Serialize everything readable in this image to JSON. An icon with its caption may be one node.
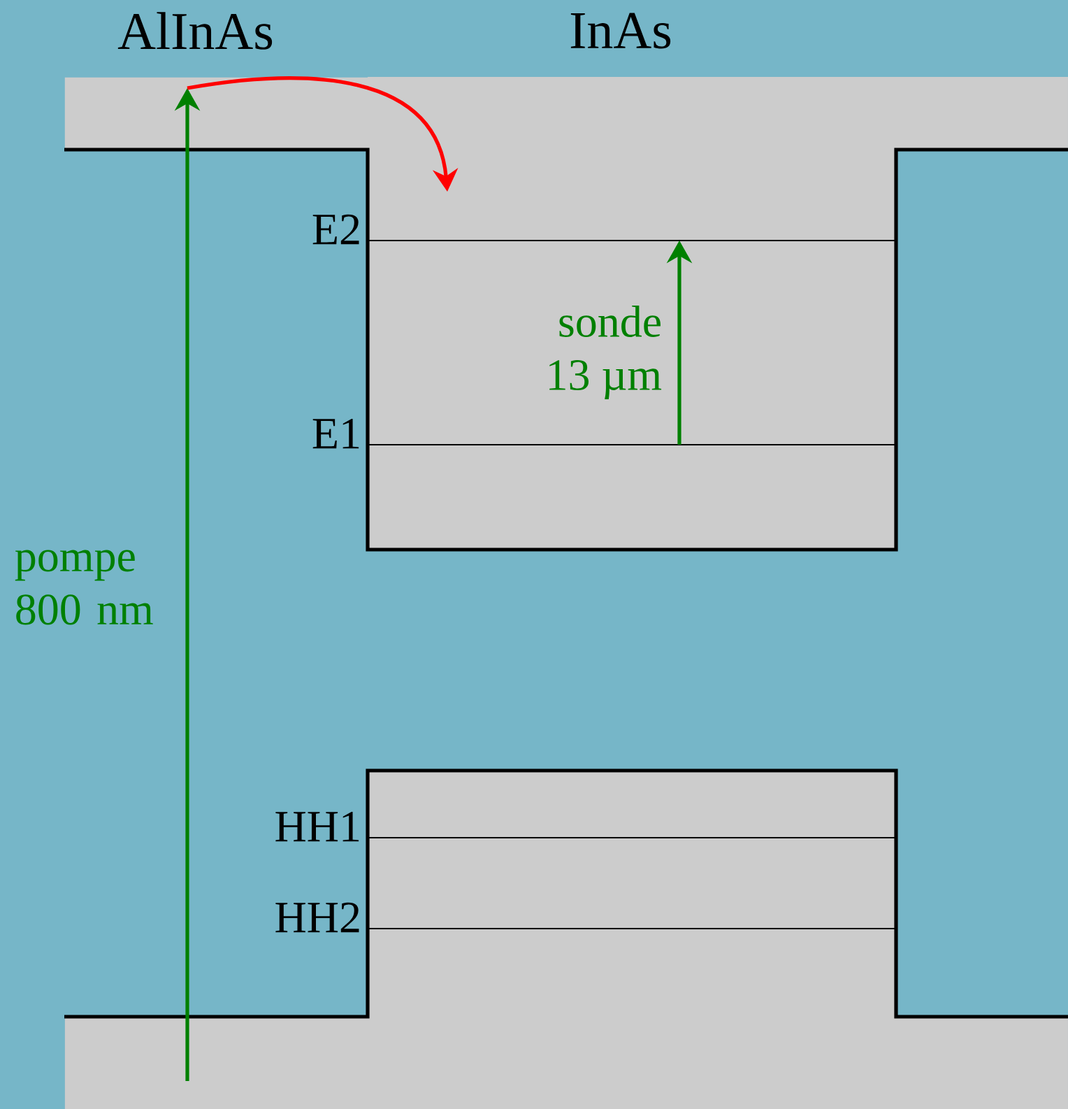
{
  "diagram": {
    "nodes": [
      {
        "text": [],
        "shape": "box"
      },
      {
        "text": [],
        "shape": "box"
      },
      {
        "text": [
          "E2"
        ],
        "in": 1
      },
      {
        "text": [
          "E1"
        ],
        "in": 1
      },
      {
        "text": [],
        "shape": "box"
      },
      {
        "text": [
          "HH1"
        ],
        "in": 4
      },
      {
        "text": [
          "HH2"
        ],
        "in": 4
      },
      {
        "text": [],
        "shape": "box"
      }
    ],
    "edges": [
      {
        "from": 7,
        "to": 0,
        "arrow": "to",
        "label": "pompe 800 nm"
      },
      {
        "from": 0,
        "to": 1,
        "arrow": "to",
        "color": "#ff0000"
      },
      {
        "from": 3,
        "to": 2,
        "arrow": "to",
        "label": "sonde 13 µm"
      }
    ],
    "labels": [
      "AlInAs",
      "InAs"
    ]
  }
}
